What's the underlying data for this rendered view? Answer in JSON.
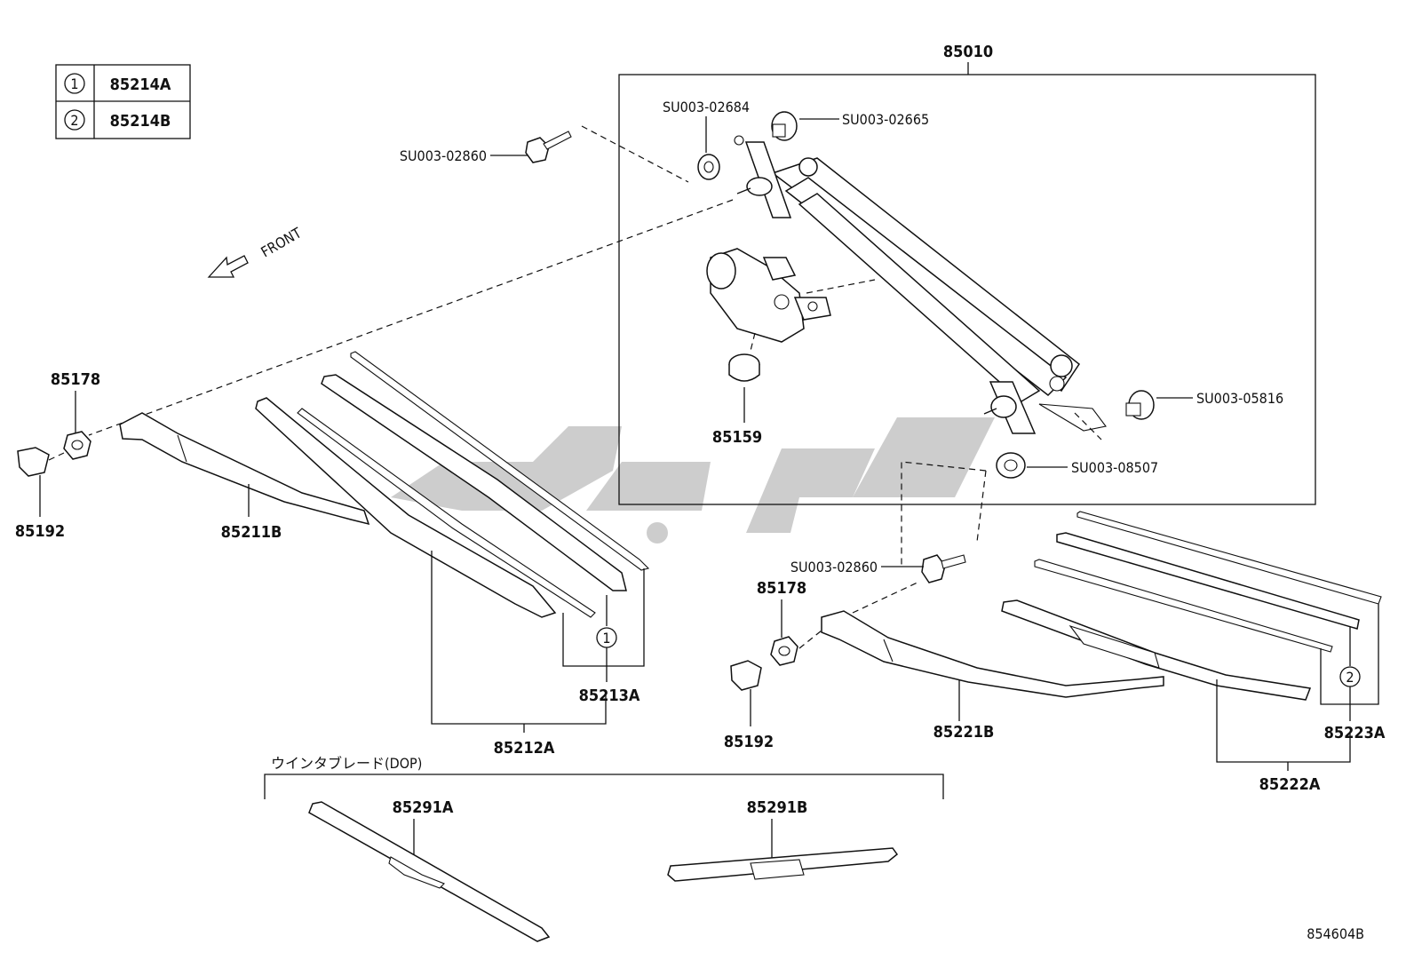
{
  "legend": [
    {
      "mark": "1",
      "part": "85214A"
    },
    {
      "mark": "2",
      "part": "85214B"
    }
  ],
  "labels": {
    "assembly": "85010",
    "su_02684": "SU003-02684",
    "su_02665": "SU003-02665",
    "su_02860_top": "SU003-02860",
    "su_05816": "SU003-05816",
    "su_08507": "SU003-08507",
    "su_02860_bottom": "SU003-02860",
    "motor_cap": "85159",
    "front": "FRONT",
    "nut_left": "85178",
    "cap_left": "85192",
    "arm_left": "85211B",
    "blade_left": "85212A",
    "rubber_left": "85213A",
    "nut_right": "85178",
    "cap_right": "85192",
    "arm_right": "85221B",
    "blade_right": "85222A",
    "rubber_right": "85223A",
    "dop_heading": "ウインタブレード(DOP)",
    "dop_blade_a": "85291A",
    "dop_blade_b": "85291B",
    "diagram_code": "854604B",
    "callout_1": "1",
    "callout_2": "2"
  }
}
